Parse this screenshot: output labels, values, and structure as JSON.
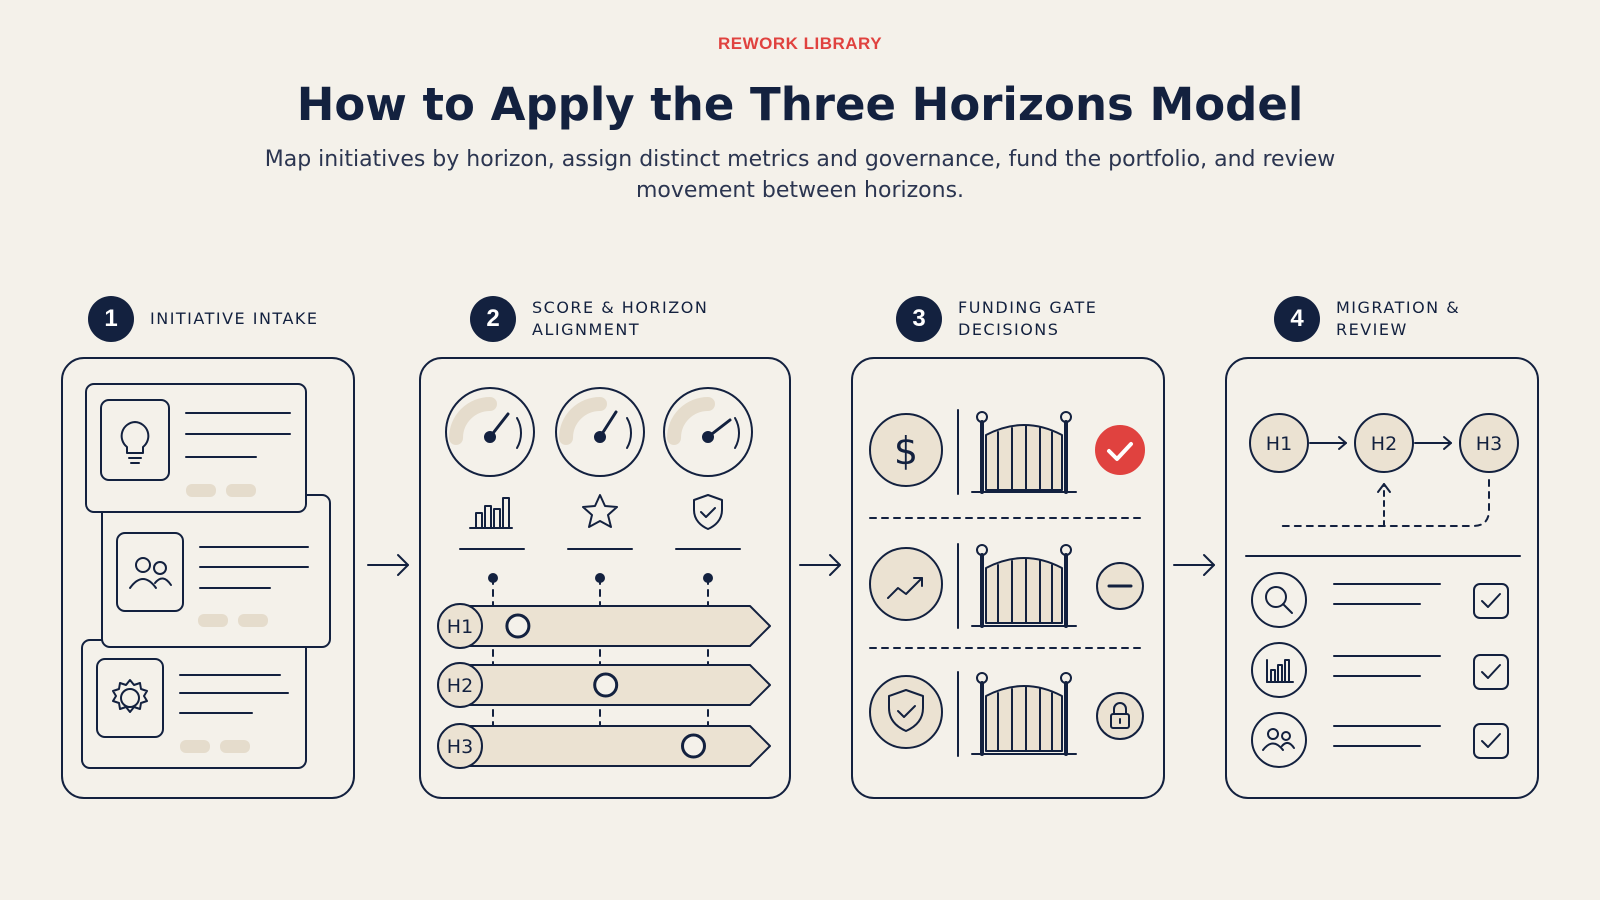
{
  "header": {
    "eyebrow": "REWORK LIBRARY",
    "title": "How to Apply the Three Horizons Model",
    "subtitle": "Map initiatives by horizon, assign distinct metrics and governance, fund the portfolio, and review movement between horizons."
  },
  "steps": [
    {
      "number": "1",
      "label": "INITIATIVE INTAKE"
    },
    {
      "number": "2",
      "label": "SCORE & HORIZON\nALIGNMENT"
    },
    {
      "number": "3",
      "label": "FUNDING GATE\nDECISIONS"
    },
    {
      "number": "4",
      "label": "MIGRATION &\nREVIEW"
    }
  ],
  "alignment": {
    "horizons": [
      "H1",
      "H2",
      "H3"
    ],
    "positions": [
      0.12,
      0.45,
      0.78
    ],
    "metric_icons": [
      "bar-chart-icon",
      "star-icon",
      "shield-check-icon"
    ]
  },
  "funding": {
    "rows": [
      {
        "icon": "dollar-icon",
        "decision": "approved",
        "decision_icon": "check-icon"
      },
      {
        "icon": "trend-up-icon",
        "decision": "hold",
        "decision_icon": "minus-icon"
      },
      {
        "icon": "shield-check-icon",
        "decision": "locked",
        "decision_icon": "lock-icon"
      }
    ]
  },
  "migration": {
    "flow": [
      "H1",
      "H2",
      "H3"
    ],
    "review_icons": [
      "search-icon",
      "bar-chart-icon",
      "users-icon"
    ]
  },
  "intake": {
    "card_icons": [
      "lightbulb-icon",
      "users-icon",
      "gear-icon"
    ]
  },
  "colors": {
    "navy": "#13213f",
    "accent": "#e0423f",
    "fill": "#ebe2d2",
    "background": "#f4f1ea"
  }
}
